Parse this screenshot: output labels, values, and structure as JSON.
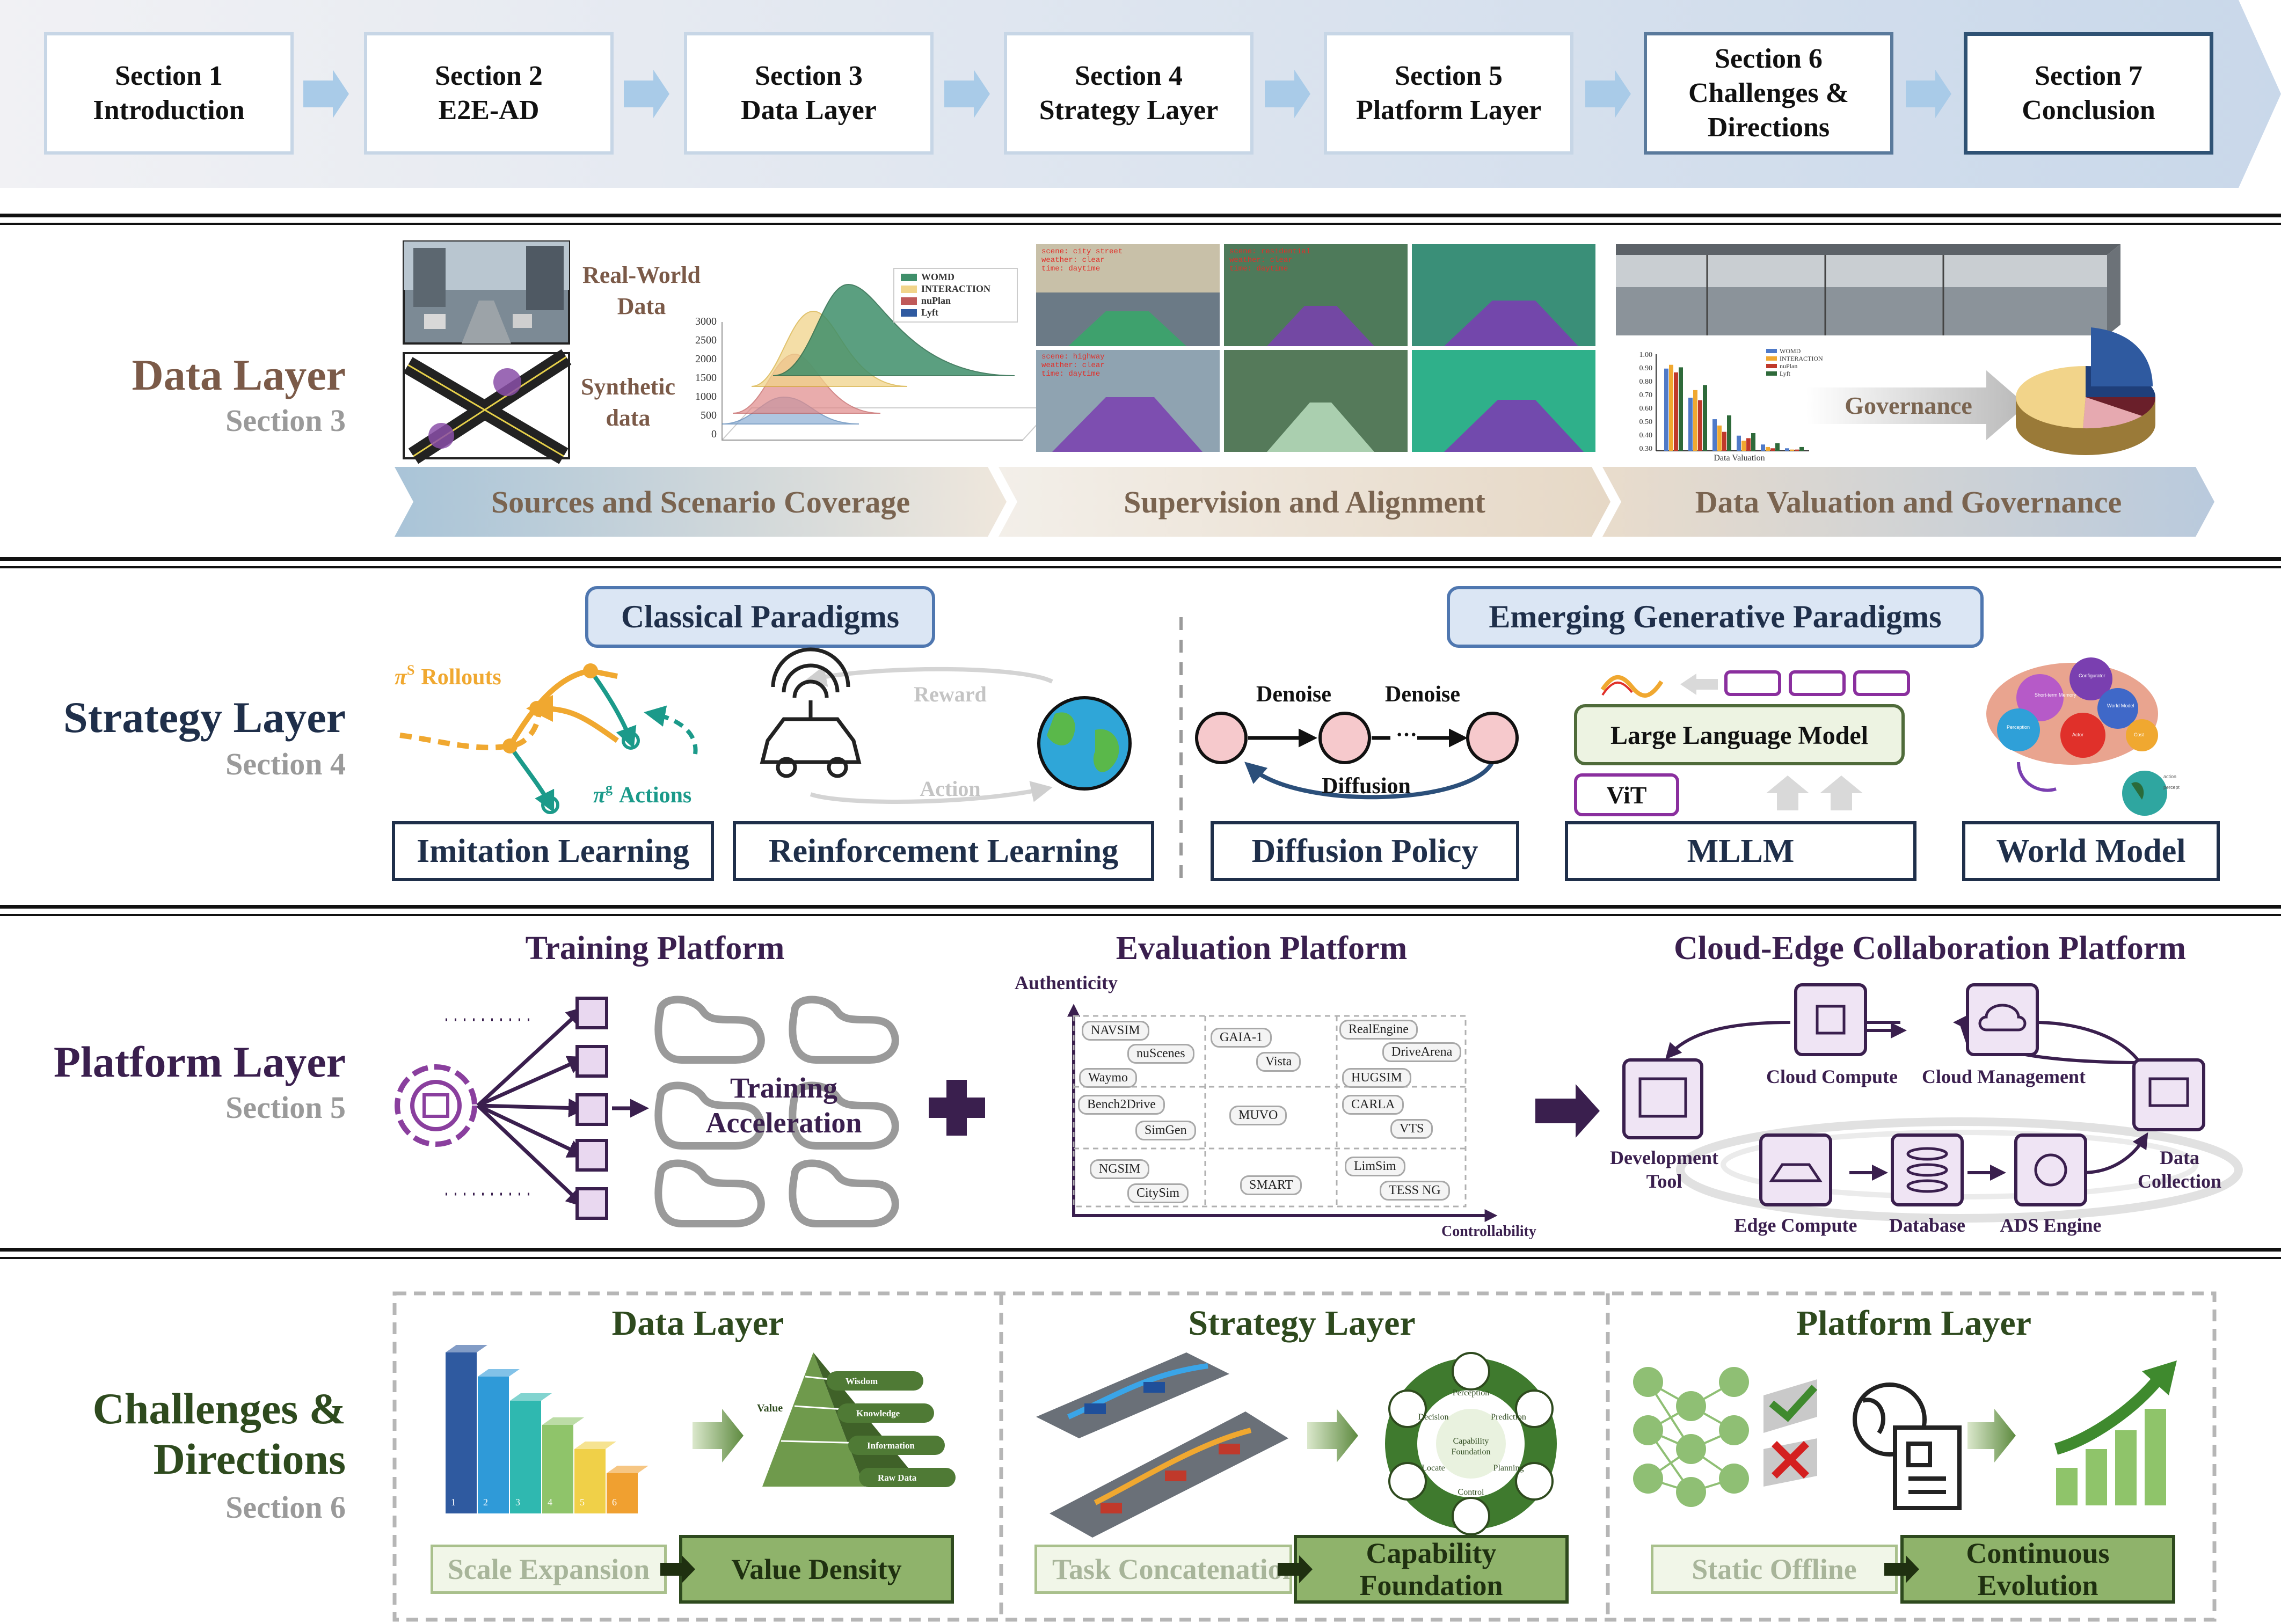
{
  "sections": [
    {
      "line1": "Section 1",
      "line2": "Introduction"
    },
    {
      "line1": "Section 2",
      "line2": "E2E-AD"
    },
    {
      "line1": "Section 3",
      "line2": "Data Layer"
    },
    {
      "line1": "Section 4",
      "line2": "Strategy Layer"
    },
    {
      "line1": "Section 5",
      "line2": "Platform Layer"
    },
    {
      "line1": "Section 6",
      "line2": "Challenges &",
      "line3": "Directions"
    },
    {
      "line1": "Section 7",
      "line2": "Conclusion"
    }
  ],
  "data_layer": {
    "title": "Data Layer",
    "section": "Section 3",
    "real_world": "Real-World Data",
    "synthetic": "Synthetic data",
    "chart_legend": [
      "WOMD",
      "INTERACTION",
      "nuPlan",
      "Lyft"
    ],
    "chart_ticks": [
      "3000",
      "2500",
      "2000",
      "1500",
      "1000",
      "500",
      "0"
    ],
    "scene_captions": [
      {
        "l1": "scene: city street",
        "l2": "weather: clear",
        "l3": "time: daytime"
      },
      {
        "l1": "scene: residential",
        "l2": "weather: clear",
        "l3": "time: daytime"
      },
      {
        "l1": "scene: highway",
        "l2": "weather: clear",
        "l3": "time: daytime"
      }
    ],
    "valuation_legend": [
      "WOMD",
      "INTERACTION",
      "nuPlan",
      "Lyft"
    ],
    "valuation_ticks": [
      "1.00",
      "0.90",
      "0.80",
      "0.70",
      "0.60",
      "0.50",
      "0.40",
      "0.30"
    ],
    "valuation_xlabel": "Data Valuation",
    "governance": "Governance",
    "stage1": "Sources and Scenario Coverage",
    "stage2": "Supervision and Alignment",
    "stage3": "Data Valuation and Governance"
  },
  "strategy_layer": {
    "title": "Strategy Layer",
    "section": "Section 4",
    "classical": "Classical Paradigms",
    "emerging": "Emerging Generative Paradigms",
    "rollouts": "π^S Rollouts",
    "rollouts_sym": "π",
    "rollouts_sup": "S",
    "rollouts_word": "Rollouts",
    "actions_sym": "π",
    "actions_sup": "g",
    "actions_word": "Actions",
    "reward": "Reward",
    "action": "Action",
    "denoise1": "Denoise",
    "denoise2": "Denoise",
    "diffusion": "Diffusion",
    "llm": "Large Language Model",
    "vit": "ViT",
    "brain_labels": [
      "Configurator",
      "Short-term Memory",
      "World Model",
      "Perception",
      "Actor",
      "Cost",
      "action",
      "percept"
    ],
    "imitation": "Imitation Learning",
    "rl": "Reinforcement Learning",
    "diffusion_policy": "Diffusion Policy",
    "mllm": "MLLM",
    "world_model": "World Model"
  },
  "platform_layer": {
    "title": "Platform Layer",
    "section": "Section 5",
    "training": "Training Platform",
    "training_acc_l1": "Training",
    "training_acc_l2": "Acceleration",
    "evaluation": "Evaluation Platform",
    "authenticity": "Authenticity",
    "controllability": "Controllability",
    "tags": [
      "NAVSIM",
      "nuScenes",
      "Waymo",
      "Bench2Drive",
      "SimGen",
      "NGSIM",
      "CitySim",
      "GAIA-1",
      "Vista",
      "MUVO",
      "SMART",
      "RealEngine",
      "DriveArena",
      "HUGSIM",
      "CARLA",
      "VTS",
      "LimSim",
      "TESS NG"
    ],
    "cloud_edge": "Cloud-Edge Collaboration Platform",
    "cloud_compute": "Cloud Compute",
    "cloud_management": "Cloud Management",
    "dev_tool_l1": "Development",
    "dev_tool_l2": "Tool",
    "edge_compute": "Edge Compute",
    "database": "Database",
    "ads_engine": "ADS Engine",
    "data_collection_l1": "Data",
    "data_collection_l2": "Collection"
  },
  "challenges": {
    "title_l1": "Challenges &",
    "title_l2": "Directions",
    "section": "Section 6",
    "data_title": "Data Layer",
    "strategy_title": "Strategy Layer",
    "platform_title": "Platform Layer",
    "stair_numbers": [
      "1",
      "2",
      "3",
      "4",
      "5",
      "6"
    ],
    "pyramid_value": "Value",
    "pyramid_levels": [
      "Wisdom",
      "Knowledge",
      "Information",
      "Raw Data"
    ],
    "wheel_center_l1": "Capability",
    "wheel_center_l2": "Foundation",
    "wheel_labels": [
      "Perception",
      "Prediction",
      "Planning",
      "Control",
      "Locate",
      "Decision"
    ],
    "from1": "Scale Expansion",
    "to1": "Value Density",
    "from2": "Task Concatenation",
    "to2_l1": "Capability",
    "to2_l2": "Foundation",
    "from3": "Static Offline",
    "to3_l1": "Continuous",
    "to3_l2": "Evolution"
  },
  "colors": {
    "data": "#7b5a48",
    "strategy": "#1f2f4a",
    "platform": "#3a1f4e",
    "challenge": "#2e4a1e",
    "purple_accent": "#7a3f8e",
    "green_accent": "#4f8a2e"
  }
}
